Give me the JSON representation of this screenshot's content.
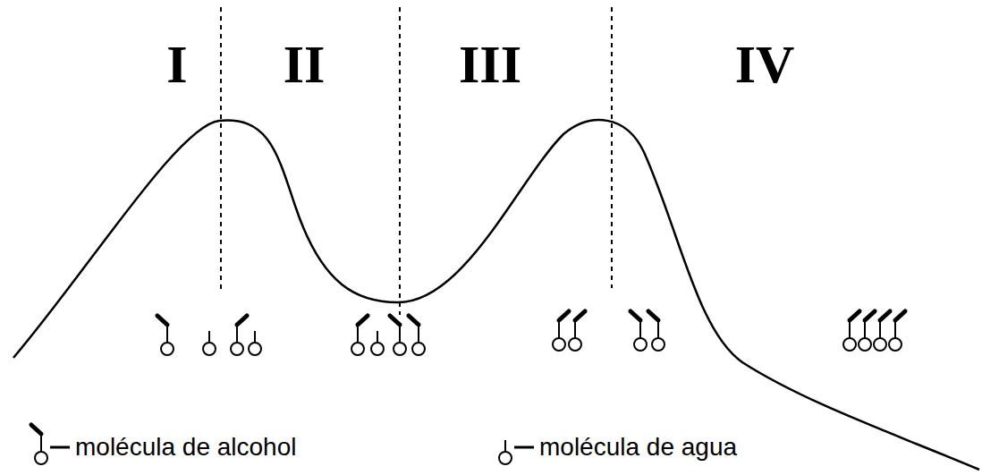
{
  "diagram": {
    "labels": [
      "I",
      "II",
      "III",
      "IV"
    ],
    "legend": [
      {
        "text": "molécula de alcohol"
      },
      {
        "text": "molécula de agua"
      }
    ]
  }
}
